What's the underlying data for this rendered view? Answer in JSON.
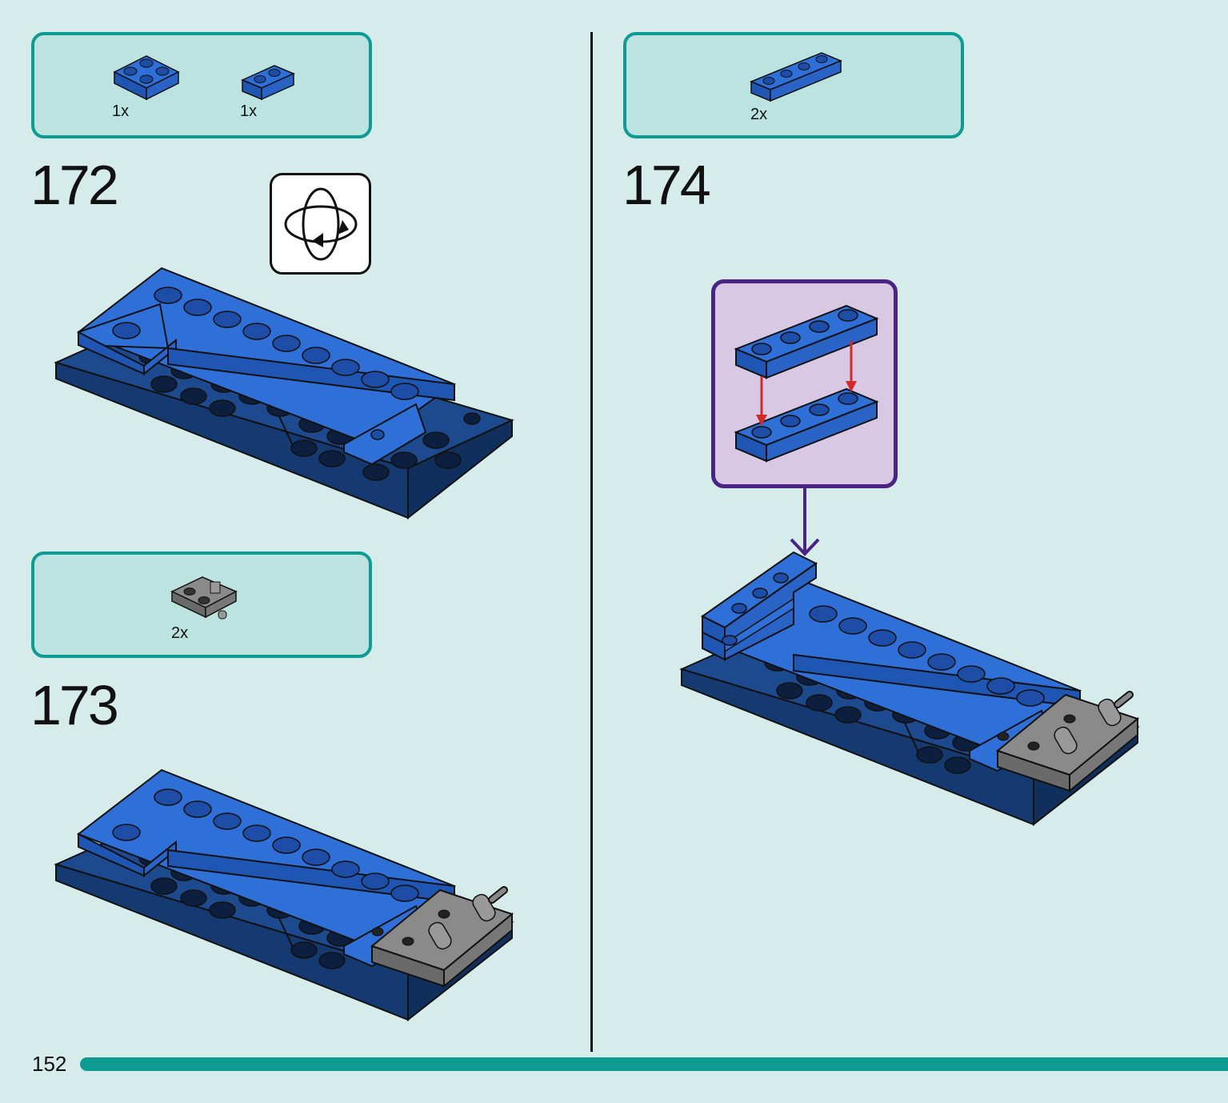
{
  "page": {
    "number": "152"
  },
  "steps": [
    {
      "id": "172",
      "label": "172",
      "parts": [
        {
          "qty": "1x",
          "icon": "blue-plate-2x2-icon"
        },
        {
          "qty": "1x",
          "icon": "blue-plate-1x2-icon"
        }
      ],
      "extra": "rotate-model-icon"
    },
    {
      "id": "173",
      "label": "173",
      "parts": [
        {
          "qty": "2x",
          "icon": "gray-hinge-plate-icon"
        }
      ]
    },
    {
      "id": "174",
      "label": "174",
      "parts": [
        {
          "qty": "2x",
          "icon": "blue-plate-1x4-icon"
        }
      ],
      "callout": "sub-assembly-callout"
    }
  ],
  "colors": {
    "background": "#d6ecea",
    "parts_box_fill": "#bde3e0",
    "parts_box_border": "#0e9b94",
    "brick_blue": "#2f6fd8",
    "brick_dark_blue": "#173f7d",
    "brick_gray": "#7a7a7a",
    "callout_fill": "#d9c8e3",
    "callout_border": "#4a2383",
    "arrow_red": "#d12a2a"
  }
}
